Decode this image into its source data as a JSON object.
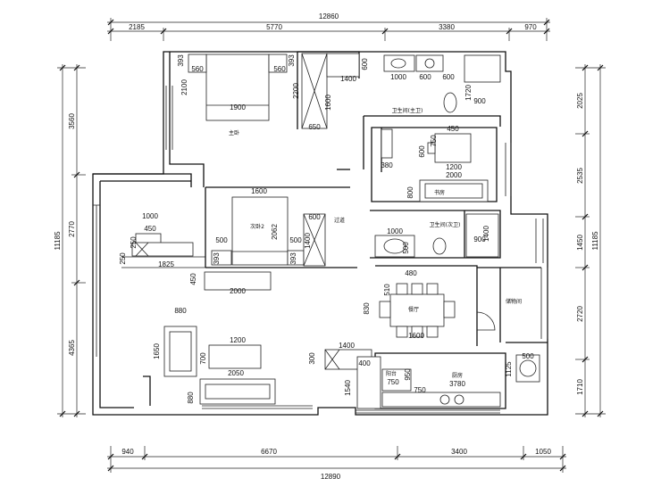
{
  "rooms": {
    "master_bedroom": "主卧",
    "second_bedroom": "次卧2",
    "corridor": "过道",
    "master_bath": "卫生间(主卫)",
    "guest_bath": "卫生间(次卫)",
    "study": "书房",
    "dining": "餐厅",
    "storage": "储物间",
    "kitchen": "厨房",
    "balcony_small": "阳台"
  },
  "overall_dims": {
    "top": [
      "2185",
      "5770",
      "3380",
      "970"
    ],
    "top_total": "12860",
    "bottom": [
      "940",
      "6670",
      "3400",
      "1050"
    ],
    "bottom_total": "12890",
    "left": [
      "3560",
      "2770",
      "4365"
    ],
    "left_total": "11185",
    "right": [
      "2025",
      "2535",
      "1450",
      "2720",
      "1710"
    ],
    "right_total": "11185"
  },
  "interior_dims": {
    "bed_master_w": "1900",
    "bed_master_h": "2100",
    "nightstand_l": "560",
    "nightstand_r": "560",
    "nightstand_d_l": "393",
    "nightstand_d_r": "393",
    "wardrobe_h": "2200",
    "wardrobe_w": "650",
    "wardrobe_inner": "1400",
    "wardrobe_depth": "600",
    "wardrobe_1600": "1600",
    "bath_basin": "1000",
    "bath_600a": "600",
    "bath_600b": "600",
    "bath_1720": "1720",
    "bath_900": "900",
    "study_desk_w": "450",
    "study_desk_h": "750",
    "study_chair": "600",
    "study_table": "1200",
    "study_cab": "2000",
    "study_380": "380",
    "study_800": "800",
    "bed2_w": "1600",
    "bed2_h": "2062",
    "bed2_ns_l": "500",
    "bed2_ns_r": "500",
    "bed2_393a": "393",
    "bed2_393b": "393",
    "bed2_600": "600",
    "bed2_1400": "1400",
    "bed2_2000": "2000",
    "bed2_450": "450",
    "balc_1000": "1000",
    "balc_450": "450",
    "balc_250a": "250",
    "balc_250b": "250",
    "balc_1825": "1825",
    "gbath_1000": "1000",
    "gbath_500": "500",
    "gbath_1400": "1400",
    "gbath_900": "900",
    "dining_480": "480",
    "dining_510": "510",
    "dining_830": "830",
    "dining_1600": "1600",
    "living_880a": "880",
    "living_1650": "1650",
    "living_1200": "1200",
    "living_700": "700",
    "living_2050": "2050",
    "living_880b": "880",
    "kitchen_1400": "1400",
    "kitchen_300": "300",
    "kitchen_400": "400",
    "kitchen_1540": "1540",
    "kitchen_750a": "750",
    "kitchen_950": "950",
    "kitchen_750b": "750",
    "kitchen_3780": "3780",
    "kitchen_500": "500",
    "kitchen_1125": "1125"
  }
}
